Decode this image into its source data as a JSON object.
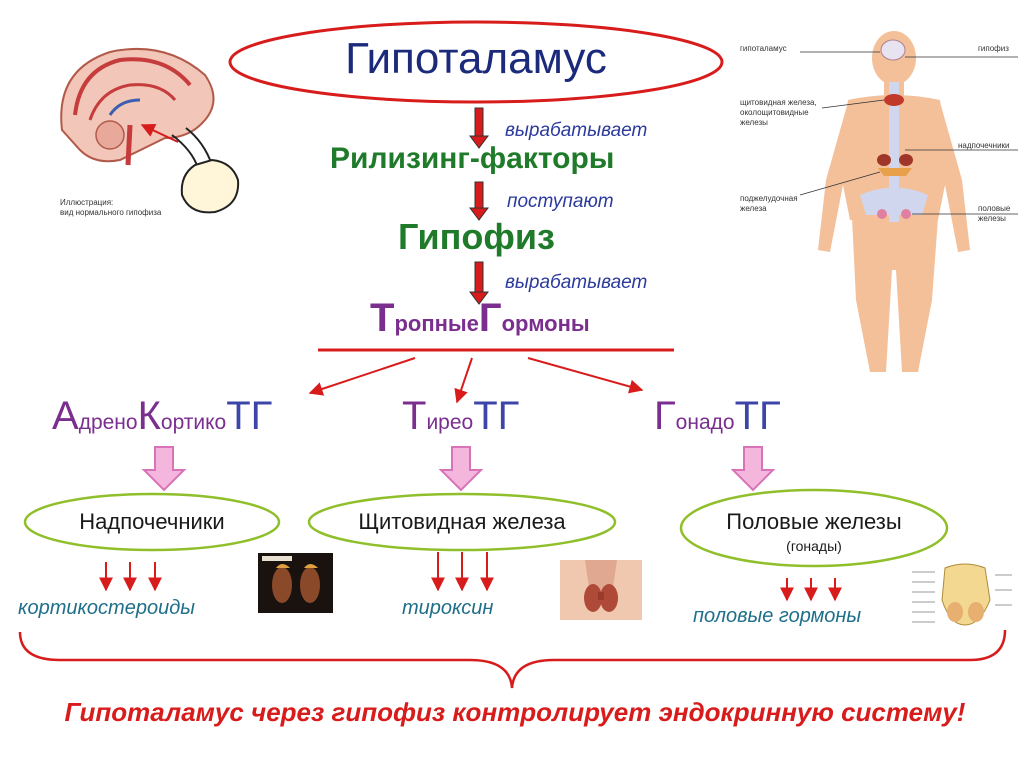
{
  "title": "Гипоталамус",
  "flow": {
    "step1_label": "вырабатывает",
    "releasing": "Рилизинг-факторы",
    "step2_label": "поступают",
    "pituitary": "Гипофиз",
    "step3_label": "вырабатывает",
    "tropic": {
      "big1": "Т",
      "small1": "ропные",
      "big2": "Г",
      "small2": "ормоны"
    }
  },
  "hormones": {
    "acth": {
      "big1": "А",
      "small1": "дрено",
      "big2": "К",
      "small2": "ортико",
      "suffix": "ТГ"
    },
    "tsh": {
      "big1": "Т",
      "small1": "ирео",
      "suffix": "ТГ"
    },
    "gth": {
      "big1": "Г",
      "small1": "онадо",
      "suffix": "ТГ"
    }
  },
  "glands": {
    "adrenal": "Надпочечники",
    "thyroid": "Щитовидная железа",
    "gonads": "Половые железы",
    "gonads_note": "(гонады)"
  },
  "products": {
    "adrenal": "кортикостероиды",
    "thyroid": "тироксин",
    "gonads": "половые гормоны"
  },
  "conclusion": "Гипоталамус через гипофиз контролирует эндокринную систему!",
  "brain_figure": {
    "caption_line1": "Иллюстрация:",
    "caption_line2": "вид нормального гипофиза"
  },
  "body_figure": {
    "labels": {
      "hypothalamus": "гипоталамус",
      "pituitary": "гипофиз",
      "thyroid": "щитовидная железа,",
      "thyroid2": "околощитовидные",
      "thyroid3": "железы",
      "adrenals": "надпочечники",
      "pancreas": "поджелудочная",
      "pancreas2": "железа",
      "gonads": "половые",
      "gonads2": "железы"
    }
  },
  "colors": {
    "red_arrow": "#d81c1c",
    "pink_arrow": "#e889c8",
    "ellipse_green": "#8fbf2a",
    "title_ellipse": "#d81c1c"
  }
}
